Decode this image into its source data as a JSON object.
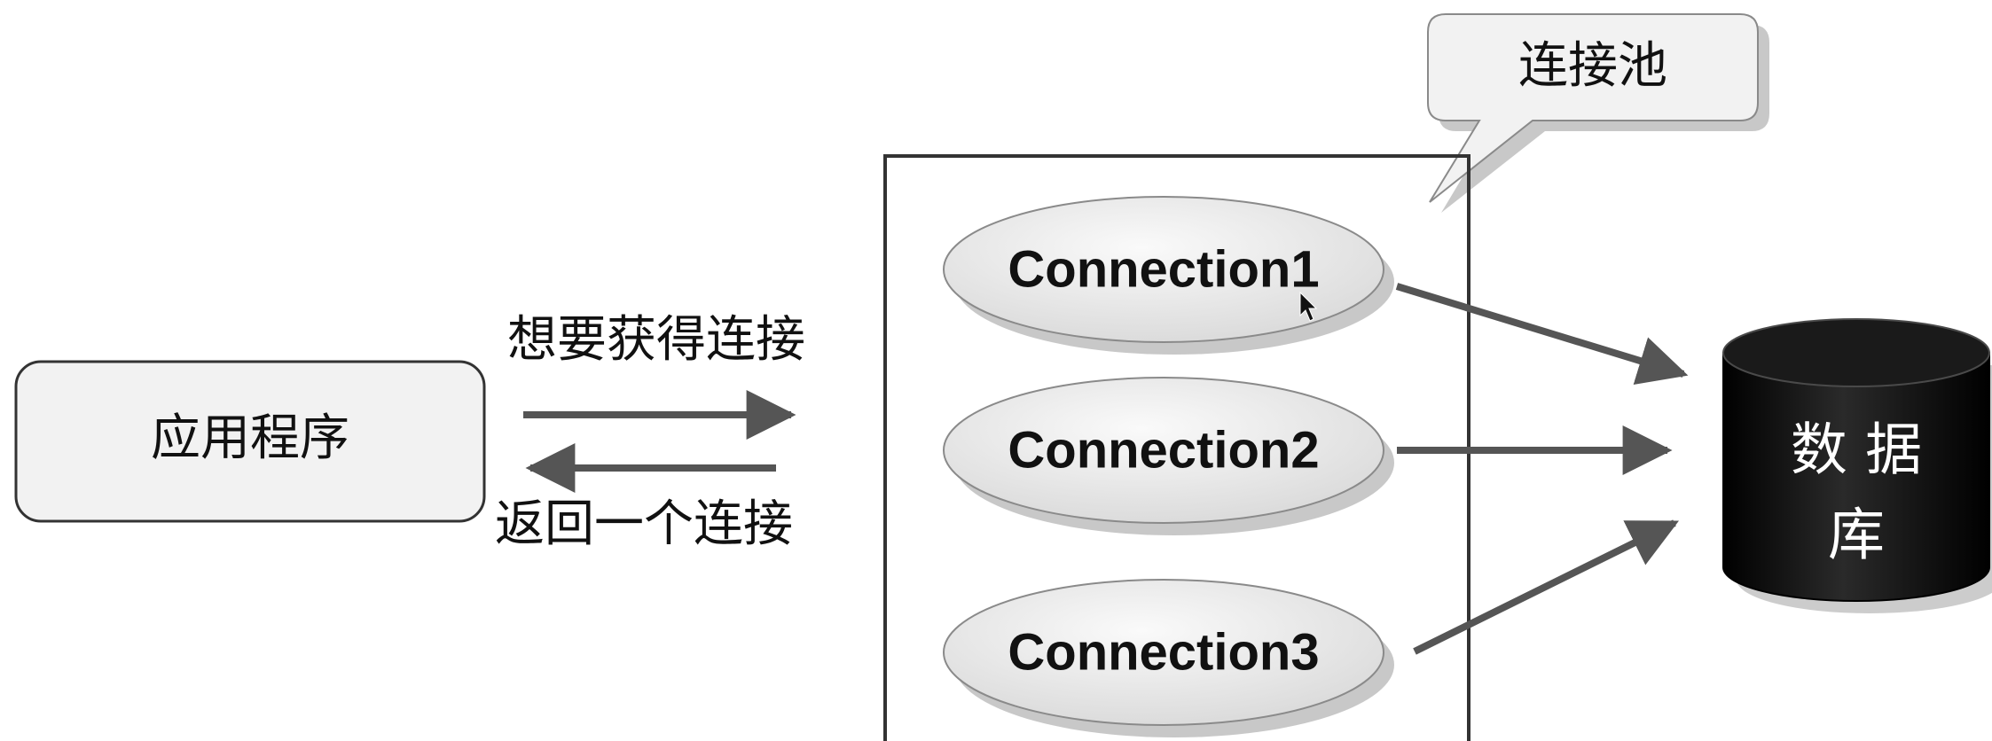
{
  "app_node": {
    "label": "应用程序"
  },
  "request_arrow": {
    "label": "想要获得连接"
  },
  "return_arrow": {
    "label": "返回一个连接"
  },
  "pool": {
    "callout_label": "连接池",
    "connections": [
      {
        "label": "Connection1"
      },
      {
        "label": "Connection2"
      },
      {
        "label": "Connection3"
      }
    ]
  },
  "database": {
    "label_line1": "数 据",
    "label_line2": "库"
  },
  "colors": {
    "box_fill": "#f2f2f2",
    "box_stroke": "#333333",
    "ellipse_fill": "#e6e6e6",
    "arrow": "#555555",
    "db_fill": "#111111",
    "db_text": "#ffffff",
    "shadow": "#9a9a9a"
  }
}
